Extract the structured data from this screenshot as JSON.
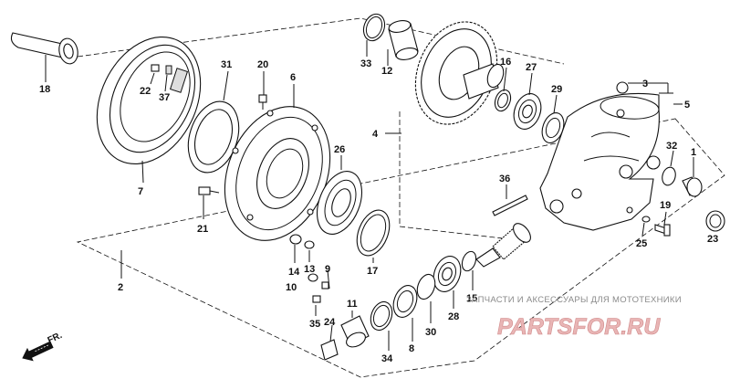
{
  "callouts": [
    {
      "id": "c18",
      "text": "18"
    },
    {
      "id": "c22",
      "text": "22"
    },
    {
      "id": "c37",
      "text": "37"
    },
    {
      "id": "c31",
      "text": "31"
    },
    {
      "id": "c20",
      "text": "20"
    },
    {
      "id": "c6",
      "text": "6"
    },
    {
      "id": "c33",
      "text": "33"
    },
    {
      "id": "c12",
      "text": "12"
    },
    {
      "id": "c16",
      "text": "16"
    },
    {
      "id": "c27",
      "text": "27"
    },
    {
      "id": "c29",
      "text": "29"
    },
    {
      "id": "c3",
      "text": "3"
    },
    {
      "id": "c5",
      "text": "5"
    },
    {
      "id": "c4",
      "text": "4"
    },
    {
      "id": "c32",
      "text": "32"
    },
    {
      "id": "c1",
      "text": "1"
    },
    {
      "id": "c7",
      "text": "7"
    },
    {
      "id": "c26",
      "text": "26"
    },
    {
      "id": "c36",
      "text": "36"
    },
    {
      "id": "c19",
      "text": "19"
    },
    {
      "id": "c21",
      "text": "21"
    },
    {
      "id": "c25",
      "text": "25"
    },
    {
      "id": "c23",
      "text": "23"
    },
    {
      "id": "c14",
      "text": "14"
    },
    {
      "id": "c17",
      "text": "17"
    },
    {
      "id": "c13",
      "text": "13"
    },
    {
      "id": "c9",
      "text": "9"
    },
    {
      "id": "c10",
      "text": "10"
    },
    {
      "id": "c2",
      "text": "2"
    },
    {
      "id": "c15",
      "text": "15"
    },
    {
      "id": "c11",
      "text": "11"
    },
    {
      "id": "c28",
      "text": "28"
    },
    {
      "id": "c35",
      "text": "35"
    },
    {
      "id": "c24",
      "text": "24"
    },
    {
      "id": "c30",
      "text": "30"
    },
    {
      "id": "c8",
      "text": "8"
    },
    {
      "id": "c34",
      "text": "34"
    }
  ],
  "direction_label": "FR.",
  "watermark": {
    "text": "ЗАПЧАСТИ И АКСЕССУАРЫ ДЛЯ МОТОТЕХНИКИ",
    "logo": "PARTSFOR.RU"
  }
}
